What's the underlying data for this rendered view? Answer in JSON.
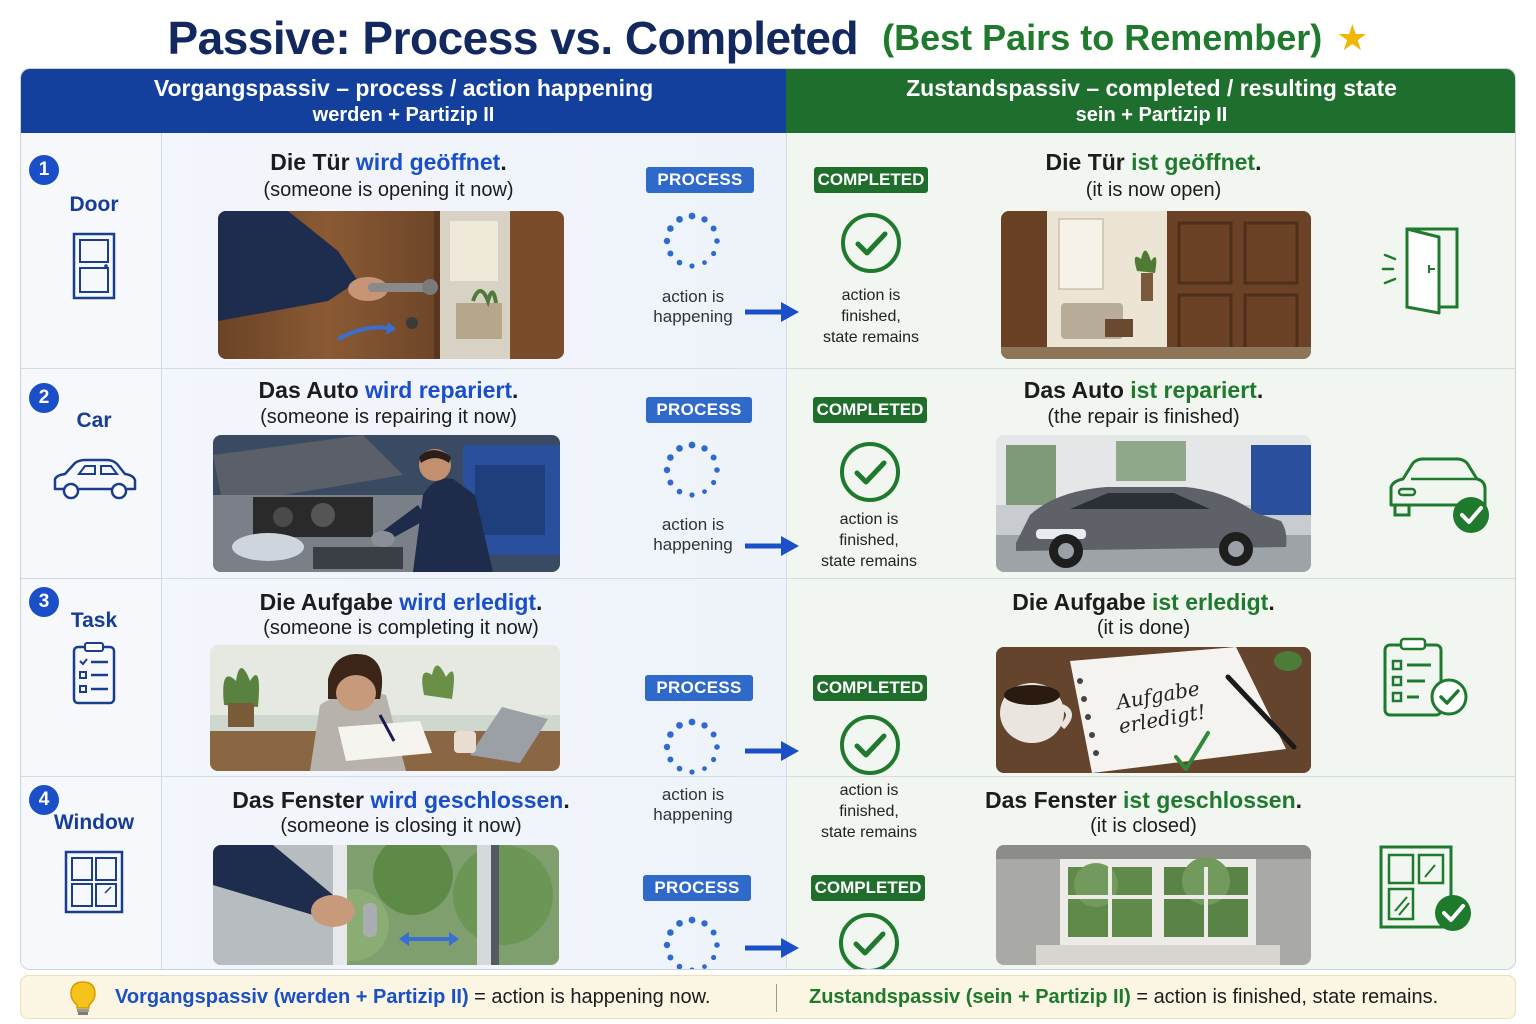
{
  "title": {
    "main": "Passive: Process vs. Completed",
    "sub": "(Best Pairs to Remember)",
    "star": "★"
  },
  "headers": {
    "left_line1": "Vorgangspassiv – process / action happening",
    "left_line2": "werden + Partizip II",
    "right_line1": "Zustandspassiv – completed / resulting state",
    "right_line2": "sein + Partizip II"
  },
  "badges": {
    "process": "PROCESS",
    "completed": "COMPLETED"
  },
  "process_caption": {
    "line1": "action is",
    "line2": "happening"
  },
  "completed_caption": {
    "line1": "action is",
    "line2": "finished,",
    "line3": "state remains"
  },
  "rows": [
    {
      "num": "1",
      "label": "Door",
      "proc_pre": "Die Tür ",
      "proc_verb": "wird geöffnet",
      "proc_end": ".",
      "proc_gloss": "(someone is opening it now)",
      "res_pre": "Die Tür ",
      "res_verb": "ist geöffnet",
      "res_end": ".",
      "res_gloss": "(it is now open)"
    },
    {
      "num": "2",
      "label": "Car",
      "proc_pre": "Das Auto ",
      "proc_verb": "wird repariert",
      "proc_end": ".",
      "proc_gloss": "(someone is repairing it now)",
      "res_pre": "Das Auto ",
      "res_verb": "ist repariert",
      "res_end": ".",
      "res_gloss": "(the repair is finished)"
    },
    {
      "num": "3",
      "label": "Task",
      "proc_pre": "Die Aufgabe ",
      "proc_verb": "wird erledigt",
      "proc_end": ".",
      "proc_gloss": "(someone is completing it now)",
      "res_pre": "Die Aufgabe ",
      "res_verb": "ist erledigt",
      "res_end": ".",
      "res_gloss": "(it is done)"
    },
    {
      "num": "4",
      "label": "Window",
      "proc_pre": "Das Fenster ",
      "proc_verb": "wird geschlossen",
      "proc_end": ".",
      "proc_gloss": "(someone is closing it now)",
      "res_pre": "Das Fenster ",
      "res_verb": "ist geschlossen",
      "res_end": ".",
      "res_gloss": "(it is closed)"
    }
  ],
  "notebook": {
    "line1": "Aufgabe",
    "line2": "erledigt!"
  },
  "footer": {
    "left_term": "Vorgangspassiv (werden + Partizip II)",
    "left_eq": " = ",
    "left_text": "action is happening now.",
    "right_term": "Zustandspassiv (sein + Partizip II)",
    "right_eq": " = ",
    "right_text": "action is finished, state remains."
  },
  "colors": {
    "blue": "#1a4fc7",
    "navy": "#12409c",
    "green": "#1f7a2e",
    "star": "#f2b705"
  }
}
